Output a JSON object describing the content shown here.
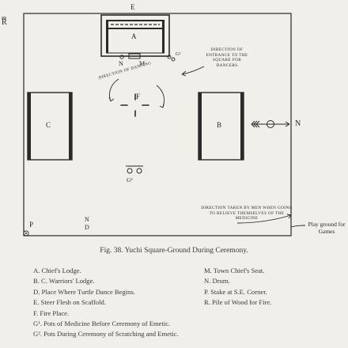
{
  "plan": {
    "label_e": "E",
    "label_r": "R",
    "label_a": "A",
    "label_n": "N",
    "label_m": "M",
    "label_g1": "G¹",
    "label_f": "F",
    "label_b": "B",
    "label_c": "C",
    "label_g2": "G²",
    "label_p": "P",
    "label_nd_n": "N",
    "label_nd_d": "D",
    "north_label": "N",
    "note_entrance": "Direction of Entrance to the Square for Dancers",
    "note_dancing": "Direction of Dancing",
    "note_relieve": "Direction taken by men when going to relieve themselves of the medicine",
    "note_play": "Play ground for Games"
  },
  "caption": "Fig. 38.   Yuchi Square-Ground During Ceremony.",
  "legend_left": [
    "A. Chief's Lodge.",
    "B. C. Warriors' Lodge.",
    "D. Place Where Turtle Dance Begins.",
    "E. Steer Flesh on Scaffold.",
    "F. Fire Place.",
    "G¹. Pots of Medicine Before Ceremony of Emetic.",
    "G². Pots During Ceremony of Scratching and Emetic."
  ],
  "legend_right": [
    "M. Town Chief's Seat.",
    "N. Drum.",
    "P. Stake at S.E. Corner.",
    "R. Pile of Wood for Fire."
  ]
}
